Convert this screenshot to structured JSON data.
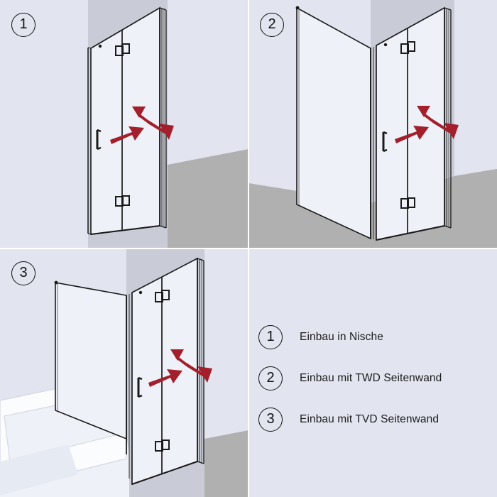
{
  "figure": {
    "title": "Shower enclosure installation variants",
    "background_color": "#e2e5ef",
    "floor_color": "#b0b0b0",
    "wall_band_color": "#c9ccd6",
    "glass_color": "#eef1f7",
    "frame_color": "#1a1a1a",
    "arrow_color": "#a21f2b",
    "tub_color": "#fbfcfe"
  },
  "panels": [
    {
      "id": "panel-1",
      "badge": "1",
      "variant": "Einbau in Nische",
      "description": "Bi-fold shower door installed in a niche between two walls",
      "has_side_wall": false,
      "has_bathtub": false,
      "door_leaves": 2,
      "hinges": 2,
      "handle": "vertical-bar",
      "arrows": 2
    },
    {
      "id": "panel-2",
      "badge": "2",
      "variant": "Einbau mit TWD Seitenwand",
      "description": "Bi-fold shower door with TWD side panel on a shower tray",
      "has_side_wall": true,
      "has_bathtub": false,
      "door_leaves": 2,
      "hinges": 2,
      "handle": "vertical-bar",
      "arrows": 2
    },
    {
      "id": "panel-3",
      "badge": "3",
      "variant": "Einbau mit TVD Seitenwand",
      "description": "Bi-fold shower door with TVD side panel mounted on a bathtub",
      "has_side_wall": true,
      "has_bathtub": true,
      "door_leaves": 2,
      "hinges": 2,
      "handle": "vertical-bar",
      "arrows": 2
    }
  ],
  "legend": {
    "items": [
      {
        "number": "1",
        "label": "Einbau in Nische"
      },
      {
        "number": "2",
        "label": "Einbau mit TWD Seitenwand"
      },
      {
        "number": "3",
        "label": "Einbau mit TVD Seitenwand"
      }
    ]
  }
}
